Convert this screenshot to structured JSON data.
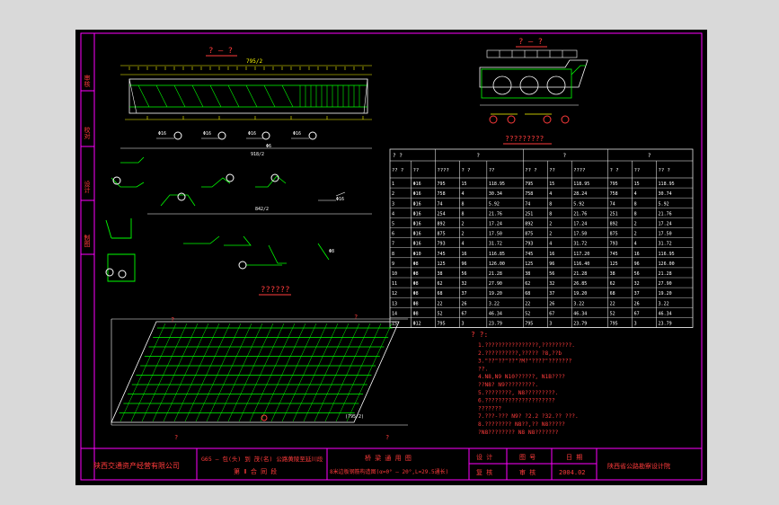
{
  "app": {
    "colors": {
      "background": "#000000",
      "frame": "#ff00ff",
      "rebar": "#00ff00",
      "dimension": "#ffff00",
      "text_white": "#ffffff",
      "text_red": "#ff3b3b",
      "outer": "#d9d9d9"
    }
  },
  "views": {
    "section_title_left": "? — ?",
    "section_title_right": "? — ?",
    "table_title": "?????????",
    "plan_title": "??????",
    "dim_top": "795/2",
    "dim_mid": "918/2",
    "dim_bottom": "842/2",
    "label_r6": "Φ6",
    "label_r8": "Φ8"
  },
  "table": {
    "col_groups": [
      "?",
      "?",
      "?",
      "?",
      "?"
    ],
    "head": [
      "?? ?",
      "??",
      "????",
      "? ?",
      "??"
    ],
    "rows": [
      [
        "1",
        "Φ16",
        "795",
        "15",
        "118.95",
        "795",
        "15",
        "118.95",
        "795",
        "15",
        "118.95"
      ],
      [
        "2",
        "Φ16",
        "758",
        "4",
        "30.34",
        "758",
        "4",
        "28.24",
        "758",
        "4",
        "30.74"
      ],
      [
        "3",
        "Φ16",
        "74",
        "8",
        "5.92",
        "74",
        "8",
        "5.92",
        "74",
        "8",
        "5.92"
      ],
      [
        "4",
        "Φ16",
        "254",
        "8",
        "21.76",
        "251",
        "8",
        "21.76",
        "251",
        "8",
        "21.76"
      ],
      [
        "5",
        "Φ16",
        "892",
        "2",
        "17.24",
        "892",
        "2",
        "17.24",
        "892",
        "2",
        "17.24"
      ],
      [
        "6",
        "Φ16",
        "875",
        "2",
        "17.50",
        "875",
        "2",
        "17.50",
        "875",
        "2",
        "17.50"
      ],
      [
        "7",
        "Φ16",
        "793",
        "4",
        "31.72",
        "793",
        "4",
        "31.72",
        "793",
        "4",
        "31.72"
      ],
      [
        "8",
        "Φ10",
        "745",
        "16",
        "116.85",
        "745",
        "16",
        "117.20",
        "745",
        "16",
        "116.95"
      ],
      [
        "9",
        "Φ8",
        "125",
        "96",
        "126.00",
        "125",
        "96",
        "116.40",
        "125",
        "96",
        "126.00"
      ],
      [
        "10",
        "Φ8",
        "38",
        "56",
        "21.28",
        "38",
        "56",
        "21.28",
        "38",
        "56",
        "21.28"
      ],
      [
        "11",
        "Φ8",
        "62",
        "32",
        "27.90",
        "62",
        "32",
        "26.85",
        "62",
        "32",
        "27.90"
      ],
      [
        "12",
        "Φ8",
        "68",
        "37",
        "19.20",
        "68",
        "37",
        "19.20",
        "68",
        "37",
        "19.20"
      ],
      [
        "13",
        "Φ8",
        "22",
        "26",
        "3.22",
        "22",
        "26",
        "3.22",
        "22",
        "26",
        "3.22"
      ],
      [
        "14",
        "Φ8",
        "52",
        "67",
        "46.34",
        "52",
        "67",
        "46.34",
        "52",
        "67",
        "46.34"
      ],
      [
        "15",
        "Φ12",
        "795",
        "3",
        "23.79",
        "795",
        "3",
        "23.79",
        "795",
        "3",
        "23.79"
      ]
    ]
  },
  "notes": {
    "title": "? ?:",
    "lines": [
      "1.????????????????,?????????.",
      "2.??????????,?????  ?8,??b",
      "3.\"??\"??\"??\"?M?\"????\"???????",
      "  ??.",
      "4.N8,N9 N10??????,   N1B????",
      "  ??N8?  N9?????????.",
      "5.????????,  N8?????????.",
      "6.?????????????????????",
      "  ???????",
      "7.???-???  N9?  ?2.2  ?32.??   ???.",
      "8.????????   N8??,??   N8?????",
      "  ?N8????????  N8  N8???????"
    ]
  },
  "title_block": {
    "company": "陕西交通资产经营有限公司",
    "project_line1": "G65 — 包(头) 到 茂(名) 公路黄陵至延川段",
    "project_line2": "第 Ⅱ 合 同 段",
    "drawing_line1": "桥 梁 通 用 图",
    "drawing_line2": "8米边板钢筋构造图(α=0° — 20°,L=29.5通长)",
    "design_label": "设 计",
    "check_label": "复 核",
    "review_label": "审 核",
    "drawing_no_label": "图 号",
    "date_label": "日 期",
    "date_value": "2004.02",
    "institute": "陕西省公路勘察设计院"
  },
  "side_labels": [
    "审核",
    "校对",
    "设计",
    "制图"
  ]
}
